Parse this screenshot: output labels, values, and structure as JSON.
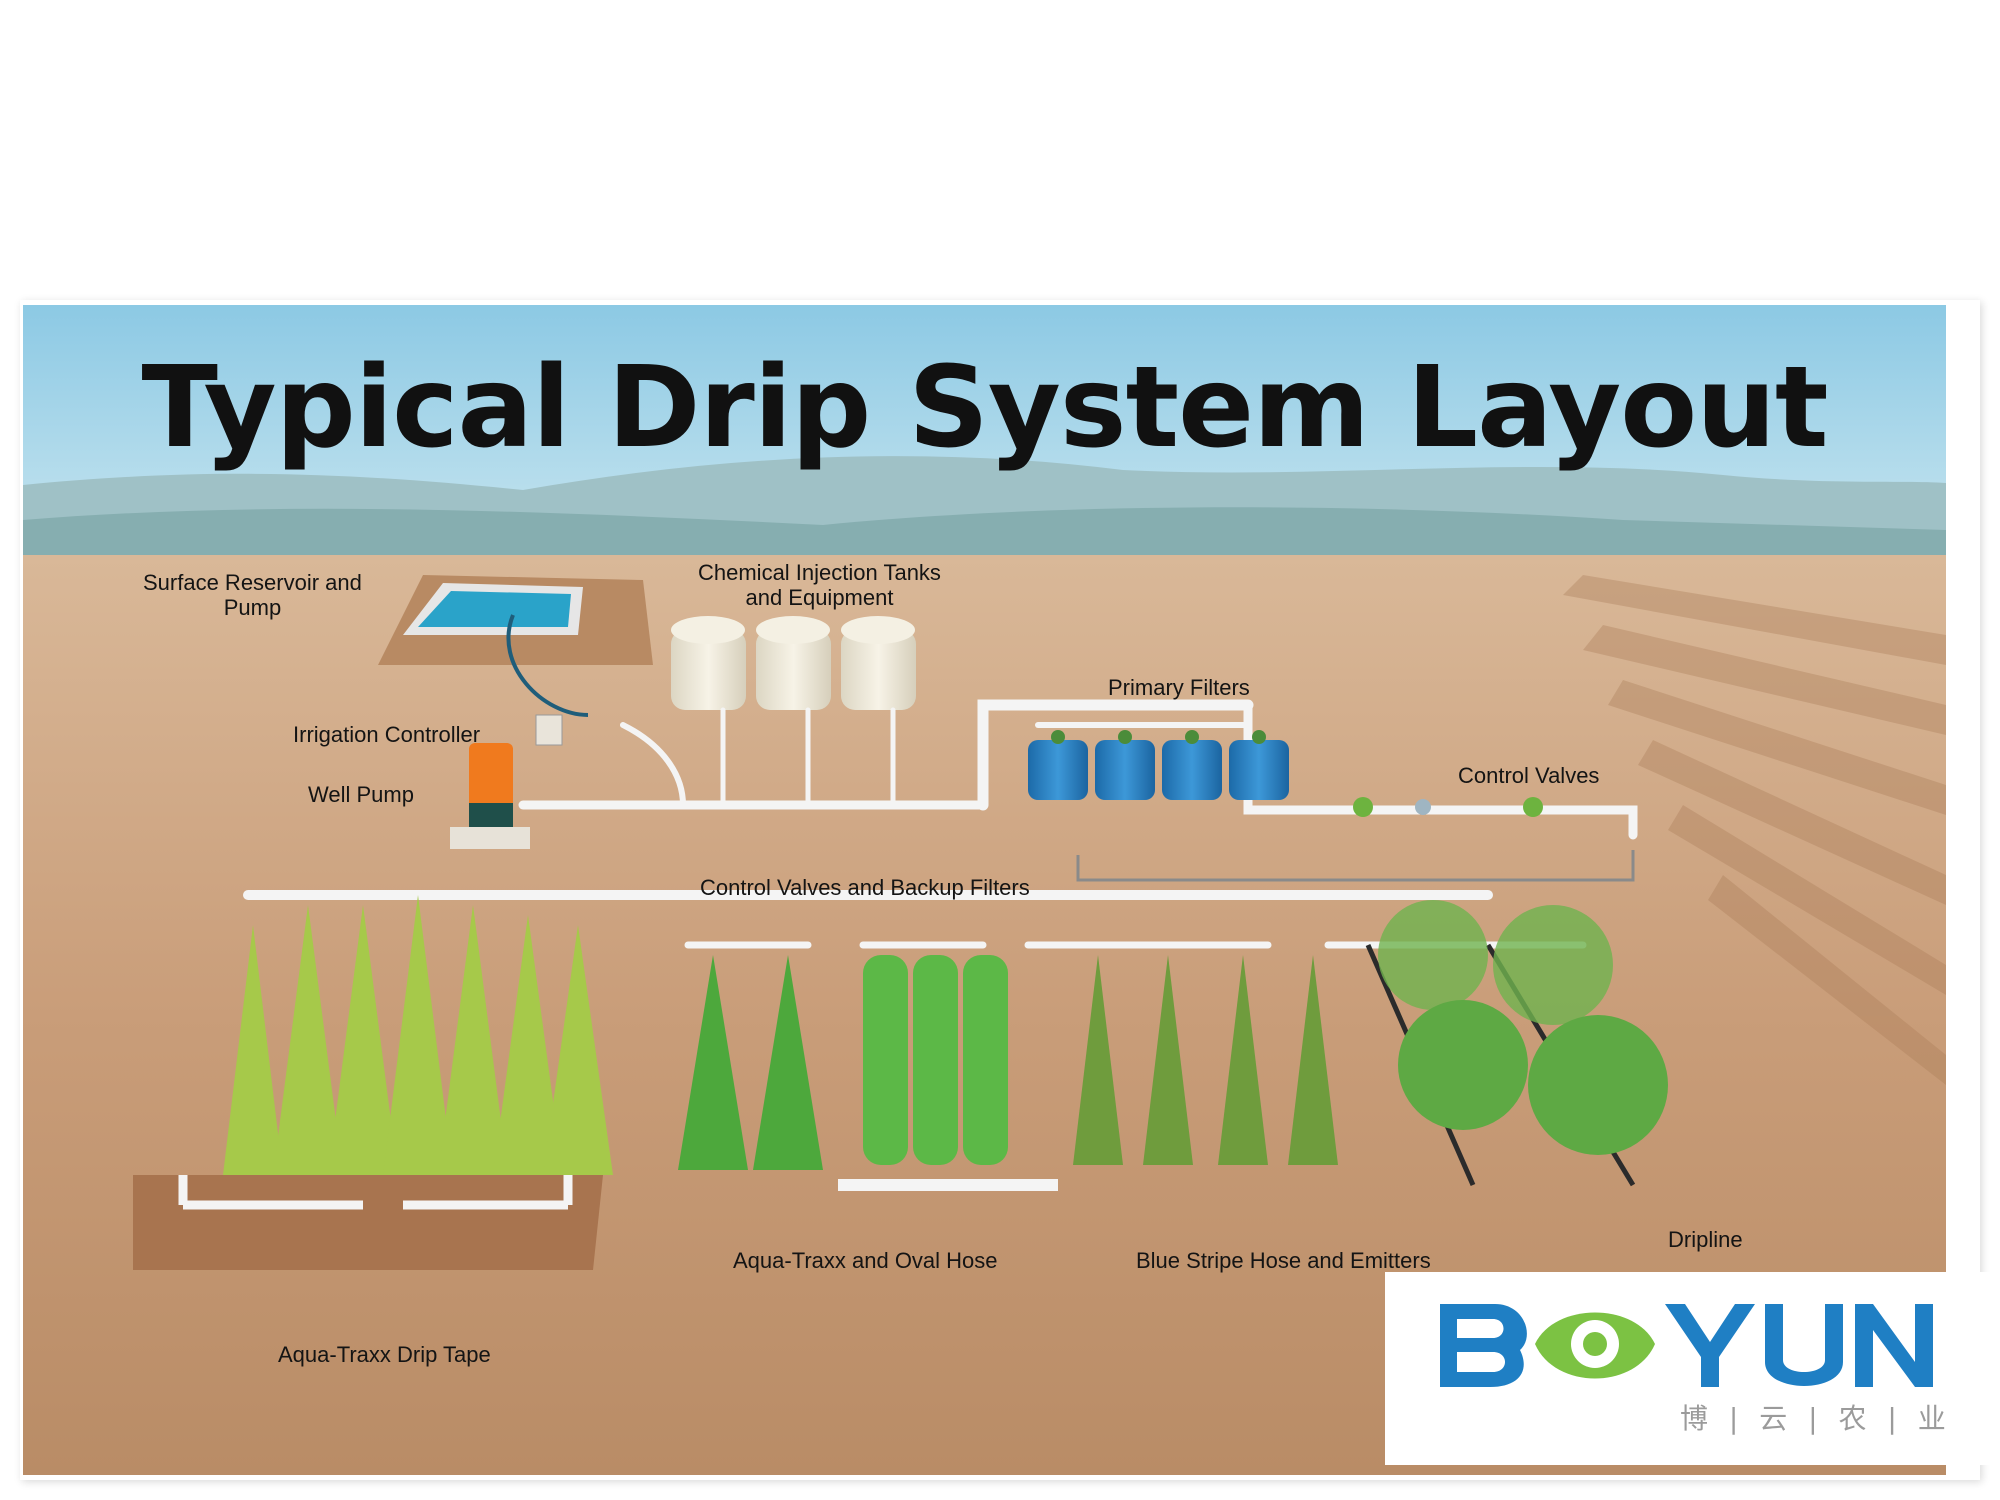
{
  "title": "Typical Drip System Layout",
  "labels": {
    "surface_reservoir": "Surface Reservoir and\nPump",
    "chemical_injection": "Chemical Injection Tanks\nand Equipment",
    "irrigation_controller": "Irrigation Controller",
    "well_pump": "Well Pump",
    "primary_filters": "Primary Filters",
    "control_valves": "Control Valves",
    "control_valves_backup": "Control Valves and Backup Filters",
    "aqua_traxx_drip_tape": "Aqua-Traxx Drip Tape",
    "aqua_traxx_oval_hose": "Aqua-Traxx and Oval Hose",
    "blue_stripe": "Blue Stripe Hose and Emitters",
    "dripline": "Dripline"
  },
  "logo": {
    "wordmark": "BOYUN",
    "subtitle": "博 | 云 | 农 | 业"
  },
  "colors": {
    "sky": "#a9d6ea",
    "mountains": "#8fb3b4",
    "soil": "#c79a76",
    "pipe": "#f4f4f4",
    "filters": "#2f86c6",
    "tanks": "#efeadb",
    "crop_green": "#5fae3a",
    "logo_blue": "#1f7fc4",
    "logo_green": "#7cc243"
  }
}
